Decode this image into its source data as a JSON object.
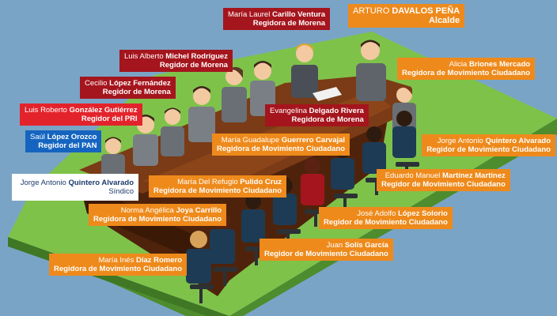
{
  "colors": {
    "background": "#7aa4c6",
    "platform_top": "#7fc24a",
    "platform_side": "#4e8c2e",
    "table_top": "#7a3b16",
    "table_side": "#4f230b",
    "morena": "#a5151d",
    "pri": "#e3232b",
    "pan": "#1565c0",
    "movimiento_ciudadano": "#ee8a1b",
    "independiente": "#ffffff"
  },
  "members": [
    {
      "id": "carillo",
      "given": "María Laurel",
      "surname": "Carillo Ventura",
      "role": "Regidora de Morena",
      "color": "red"
    },
    {
      "id": "davalos",
      "given": "ARTURO",
      "surname": "DAVALOS PEÑA",
      "role": "Alcalde",
      "color": "mc"
    },
    {
      "id": "briones",
      "given": "Alicia",
      "surname": "Briones Mercado",
      "role": "Regidora de Movimiento Ciudadano",
      "color": "mc"
    },
    {
      "id": "michel",
      "given": "Luis Alberto",
      "surname": "Michel Rodríguez",
      "role": "Regidor de Morena",
      "color": "red"
    },
    {
      "id": "lopezf",
      "given": "Cecilio",
      "surname": "López Fernández",
      "role": "Regidor de Morena",
      "color": "red"
    },
    {
      "id": "delgado",
      "given": "Evangelina",
      "surname": "Delgado Rivera",
      "role": "Regidora de Morena",
      "color": "red"
    },
    {
      "id": "gonzalez",
      "given": "Luis Roberto",
      "surname": "González Gutiérrez",
      "role": "Regidor del PRI",
      "color": "pri"
    },
    {
      "id": "guerrero",
      "given": "María Guadalupe",
      "surname": "Guerrero Carvajal",
      "role": "Regidora de Movimiento Ciudadano",
      "color": "mc"
    },
    {
      "id": "quintero_mc",
      "given": "Jorge Antonio",
      "surname": "Quintero Alvarado",
      "role": "Regidor de Movimiento Ciudadano",
      "color": "mc"
    },
    {
      "id": "orozco",
      "given": "Saúl",
      "surname": "López Orozco",
      "role": "Regidor del PAN",
      "color": "pan"
    },
    {
      "id": "martinez",
      "given": "Eduardo Manuel",
      "surname": "Martínez Martínez",
      "role": "Regidor de Movimiento Ciudadano",
      "color": "mc"
    },
    {
      "id": "quintero_sindico",
      "given": "Jorge Antonio",
      "surname": "Quintero Alvarado",
      "role": "Síndico",
      "color": "ind"
    },
    {
      "id": "pulido",
      "given": "María Del Refugio",
      "surname": "Pulido Cruz",
      "role": "Regidora de Movimiento Ciudadano",
      "color": "mc"
    },
    {
      "id": "joya",
      "given": "Norma Angélica",
      "surname": "Joya Carrillo",
      "role": "Regidora de Movimiento Ciudadano",
      "color": "mc"
    },
    {
      "id": "solorio",
      "given": "José Adolfo",
      "surname": "López Solorio",
      "role": "Regidor de Movimiento Ciudadano",
      "color": "mc"
    },
    {
      "id": "solis",
      "given": "Juan",
      "surname": "Solís García",
      "role": "Regidor de Movimiento Ciudadano",
      "color": "mc"
    },
    {
      "id": "diaz",
      "given": "María Inés",
      "surname": "Díaz Romero",
      "role": "Regidora de Movimiento Ciudadano",
      "color": "mc"
    }
  ]
}
